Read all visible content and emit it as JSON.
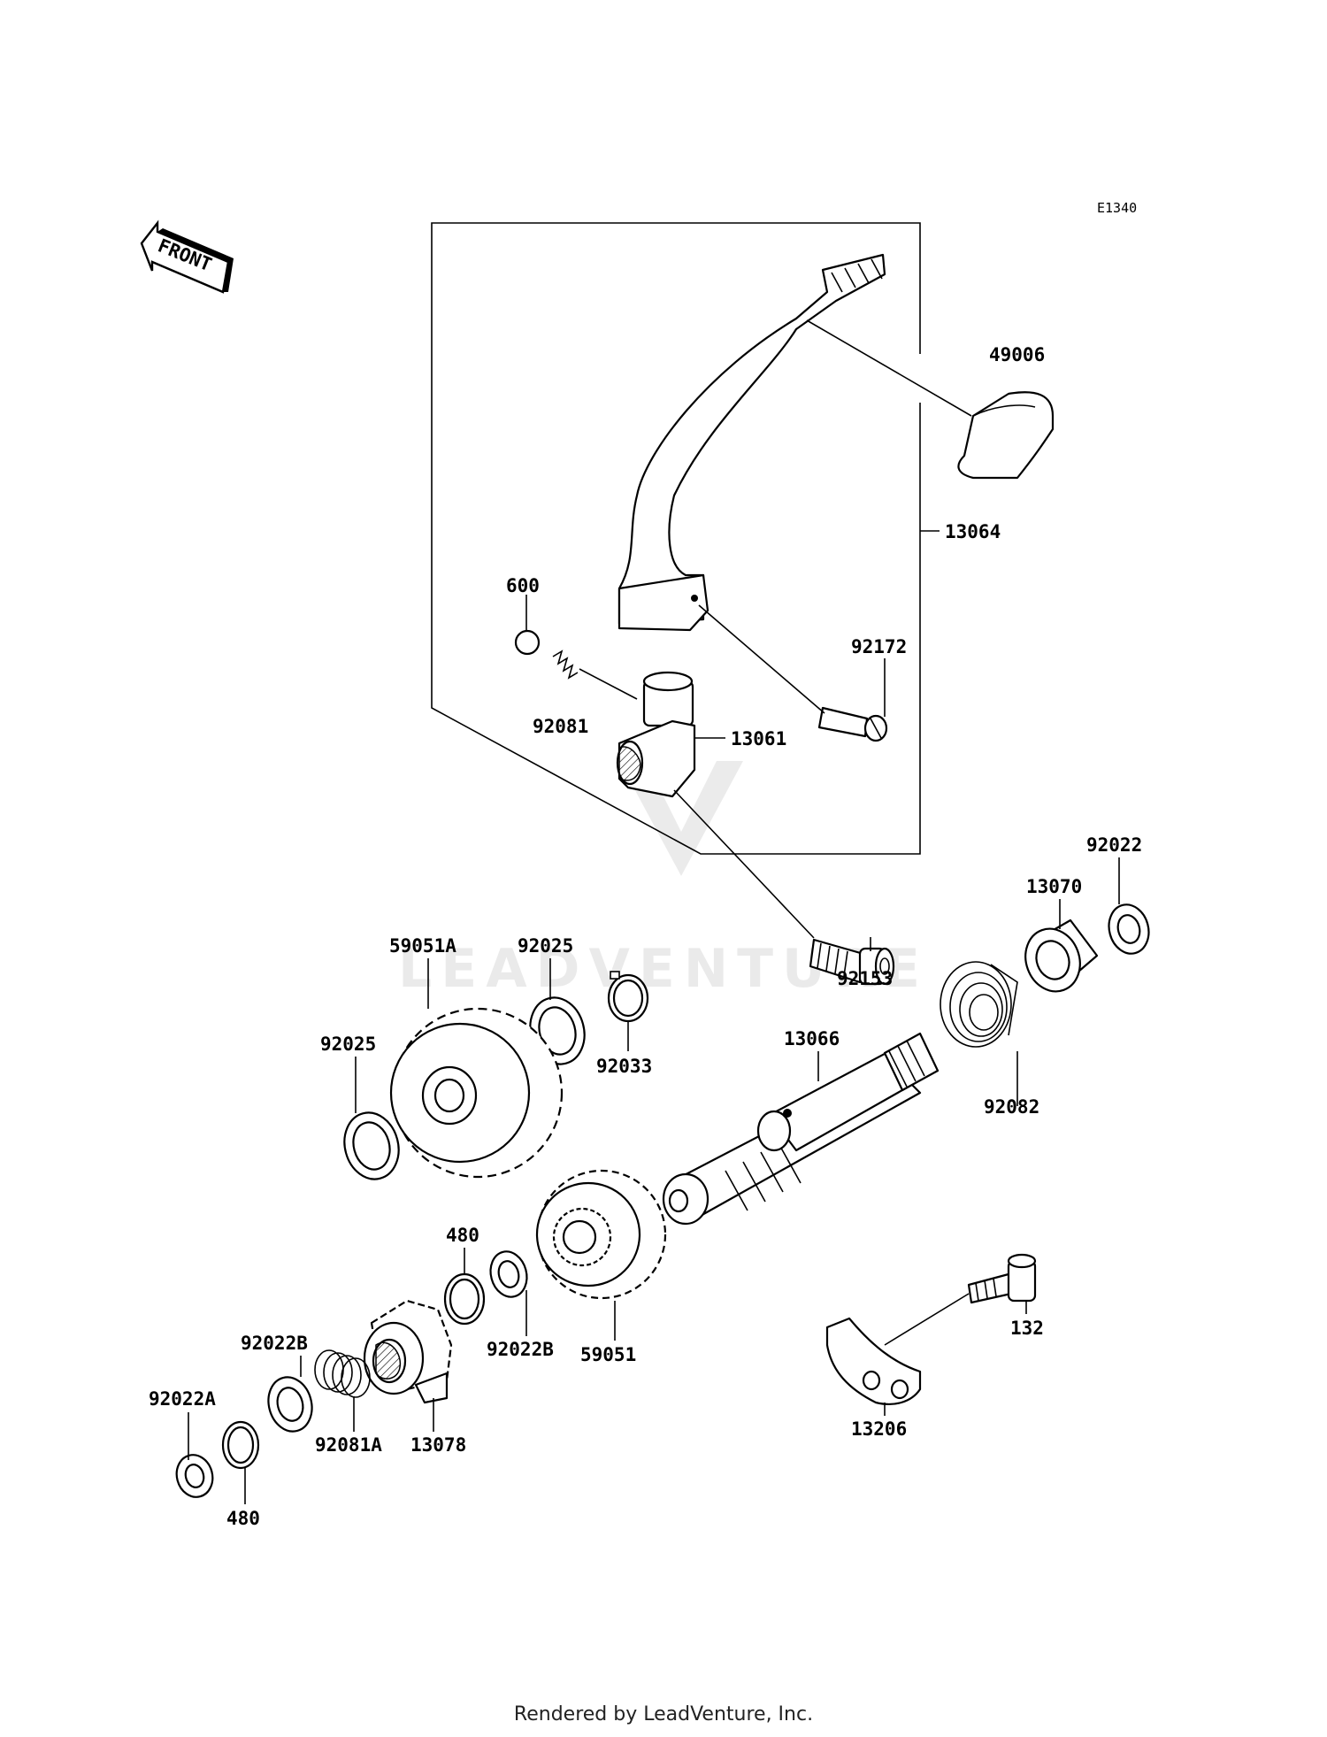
{
  "diagram": {
    "code": "E1340",
    "front_label": "FRONT",
    "watermark": "LEADVENTURE",
    "parts": {
      "p49006": "49006",
      "p13064": "13064",
      "p600": "600",
      "p92172": "92172",
      "p92081": "92081",
      "p13061": "13061",
      "p92022_top": "92022",
      "p13070": "13070",
      "p92153": "92153",
      "p59051A": "59051A",
      "p92025_top": "92025",
      "p92025_left": "92025",
      "p92033": "92033",
      "p13066": "13066",
      "p92082": "92082",
      "p480_top": "480",
      "p132": "132",
      "p92022B_left": "92022B",
      "p92022B_mid": "92022B",
      "p59051": "59051",
      "p92022A": "92022A",
      "p92081A": "92081A",
      "p13078": "13078",
      "p13206": "13206",
      "p480_bottom": "480"
    }
  },
  "footer": {
    "text": "Rendered by LeadVenture, Inc."
  }
}
